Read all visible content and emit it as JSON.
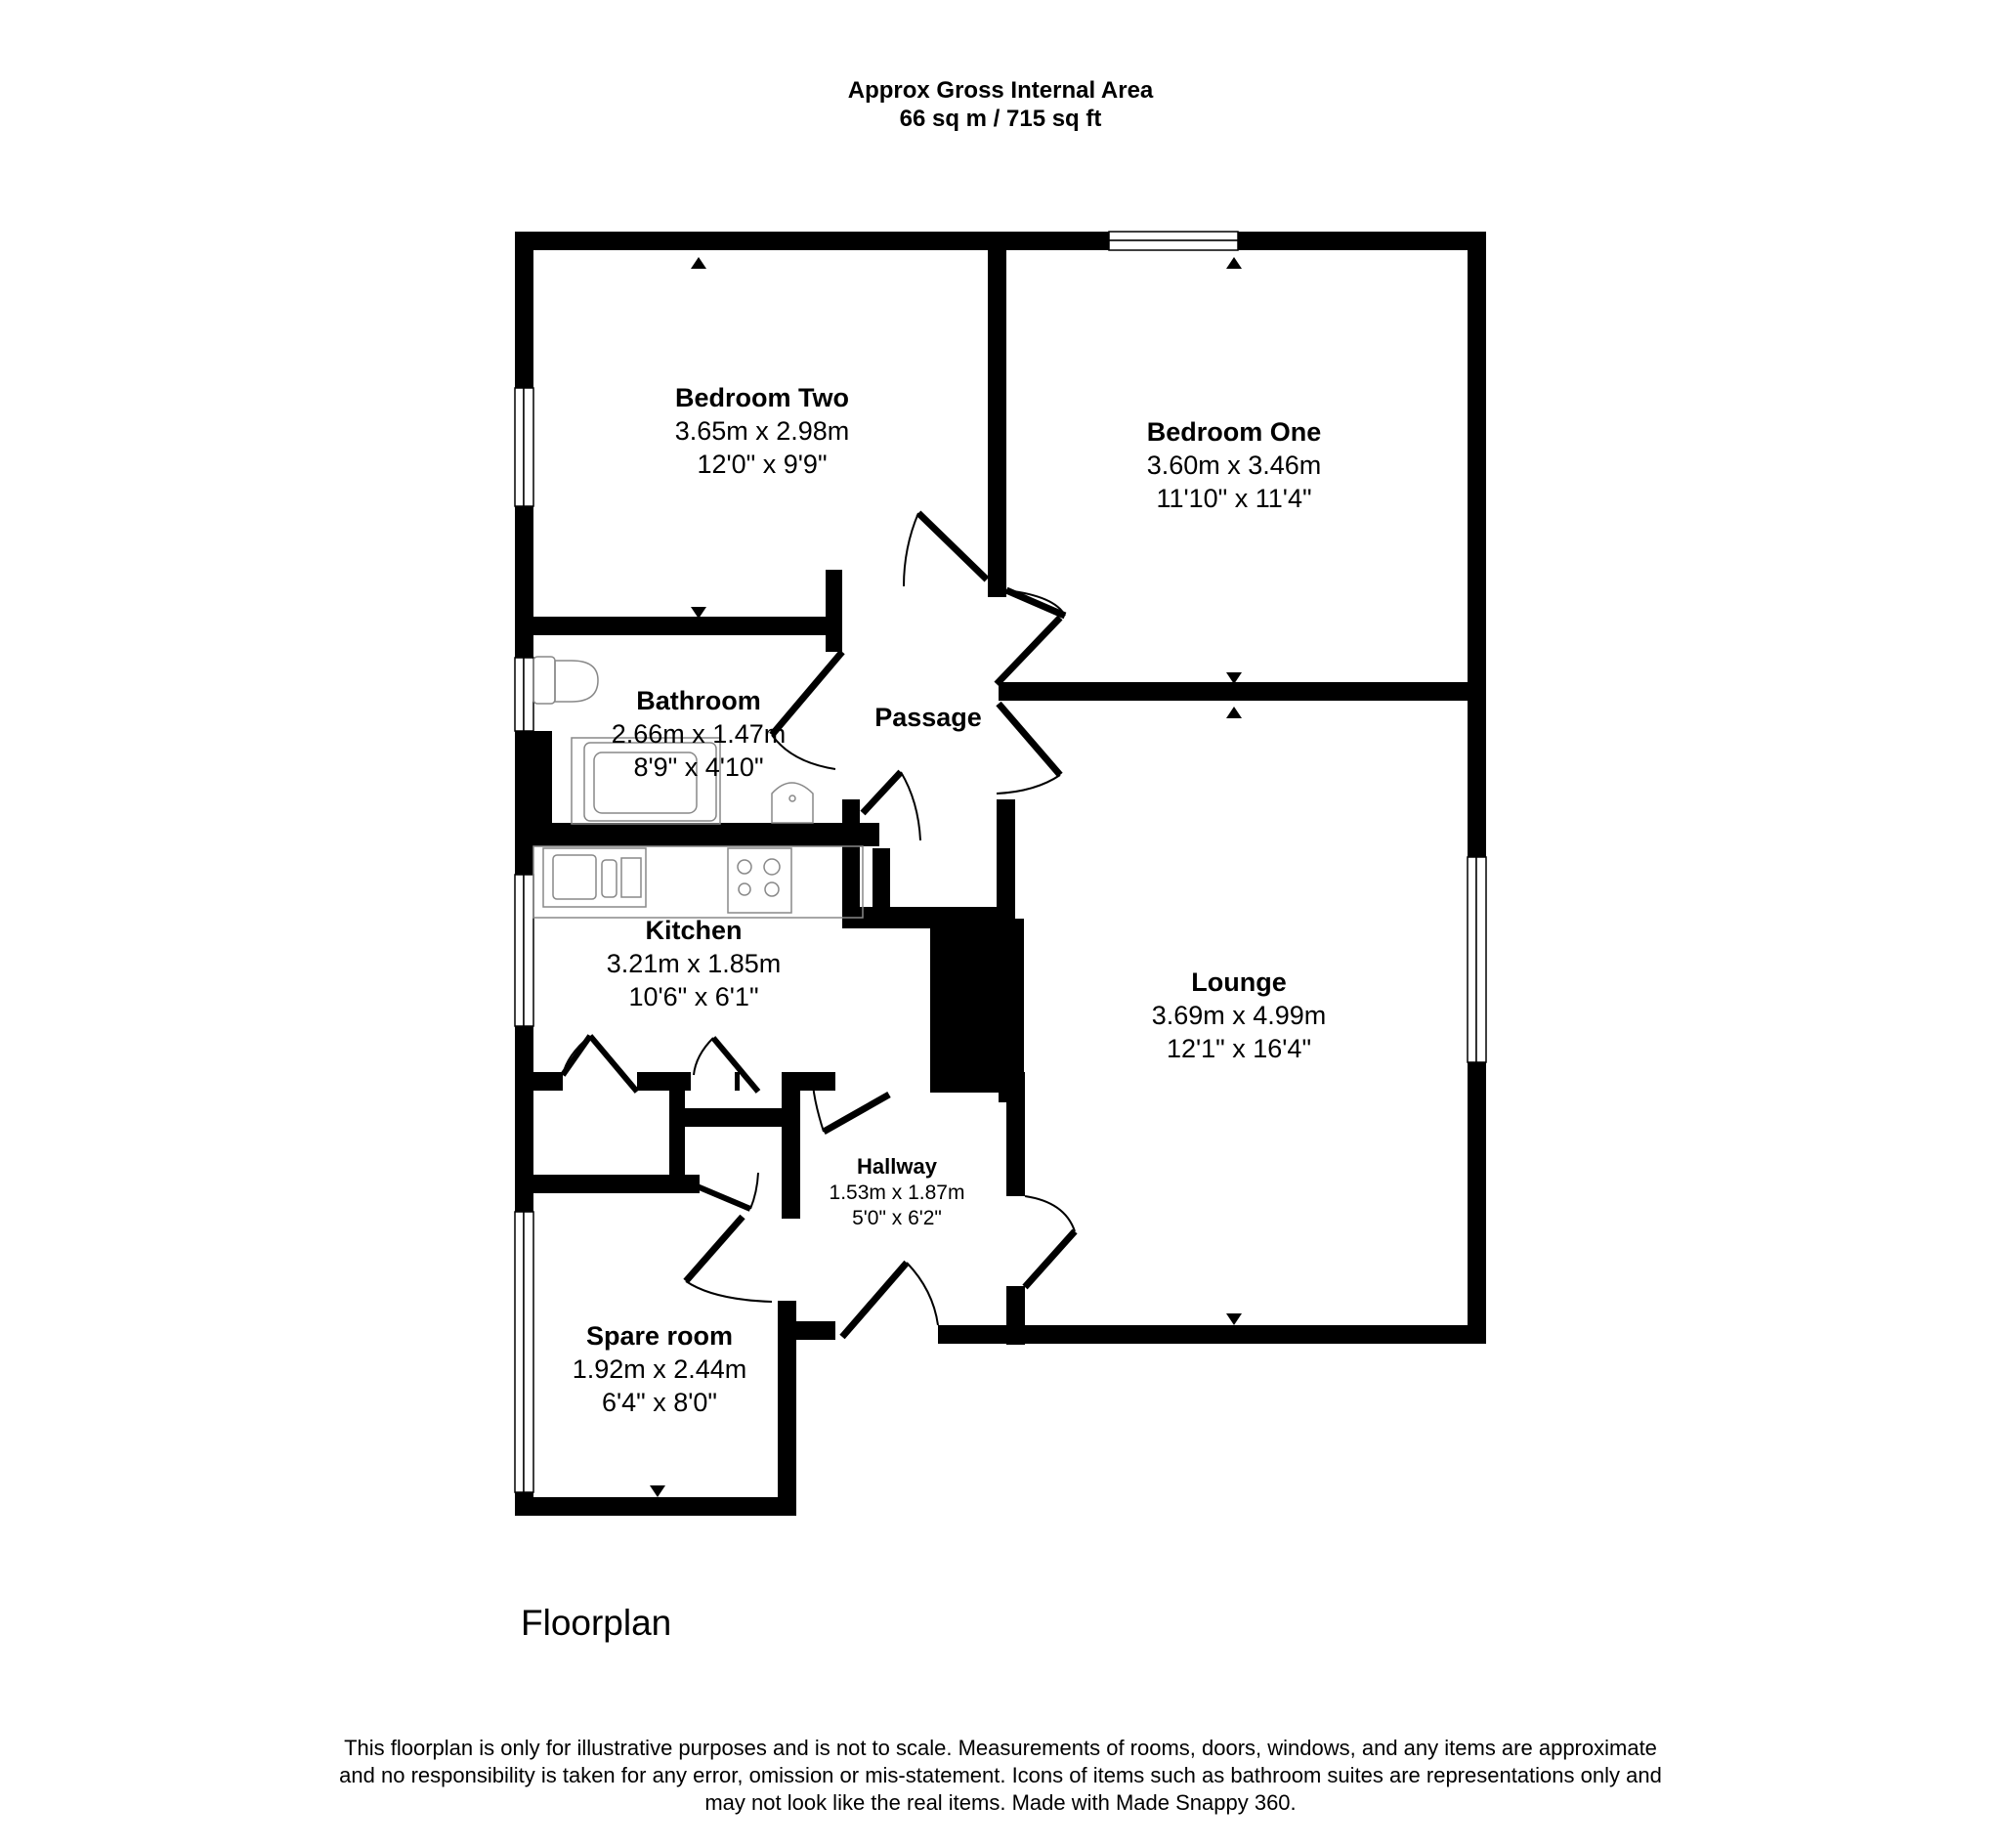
{
  "header": {
    "title": "Approx Gross Internal Area",
    "area": "66 sq m / 715 sq ft"
  },
  "rooms": {
    "bedroom_two": {
      "name": "Bedroom Two",
      "metric": "3.65m x 2.98m",
      "imperial": "12'0\" x 9'9\""
    },
    "bedroom_one": {
      "name": "Bedroom One",
      "metric": "3.60m x 3.46m",
      "imperial": "11'10\" x 11'4\""
    },
    "bathroom": {
      "name": "Bathroom",
      "metric": "2.66m x 1.47m",
      "imperial": "8'9\" x 4'10\""
    },
    "passage": {
      "name": "Passage"
    },
    "kitchen": {
      "name": "Kitchen",
      "metric": "3.21m x 1.85m",
      "imperial": "10'6\" x 6'1\""
    },
    "lounge": {
      "name": "Lounge",
      "metric": "3.69m x 4.99m",
      "imperial": "12'1\" x 16'4\""
    },
    "hallway": {
      "name": "Hallway",
      "metric": "1.53m x 1.87m",
      "imperial": "5'0\" x 6'2\""
    },
    "spare_room": {
      "name": "Spare room",
      "metric": "1.92m x 2.44m",
      "imperial": "6'4\" x 8'0\""
    }
  },
  "fixtures": [
    "toilet-icon",
    "bath-icon",
    "basin-icon",
    "sink-icon",
    "hob-icon"
  ],
  "colors": {
    "wall": "#000000",
    "fixture_line": "#888888",
    "background": "#ffffff"
  },
  "floor_title": "Floorplan",
  "disclaimer": {
    "line1": "This floorplan is only for illustrative purposes and is not to scale. Measurements of rooms, doors, windows, and any items are approximate",
    "line2": "and no responsibility is taken for any error, omission or mis-statement. Icons of items such as bathroom suites are representations only and",
    "line3": "may not look like the real items. Made with Made Snappy 360."
  }
}
